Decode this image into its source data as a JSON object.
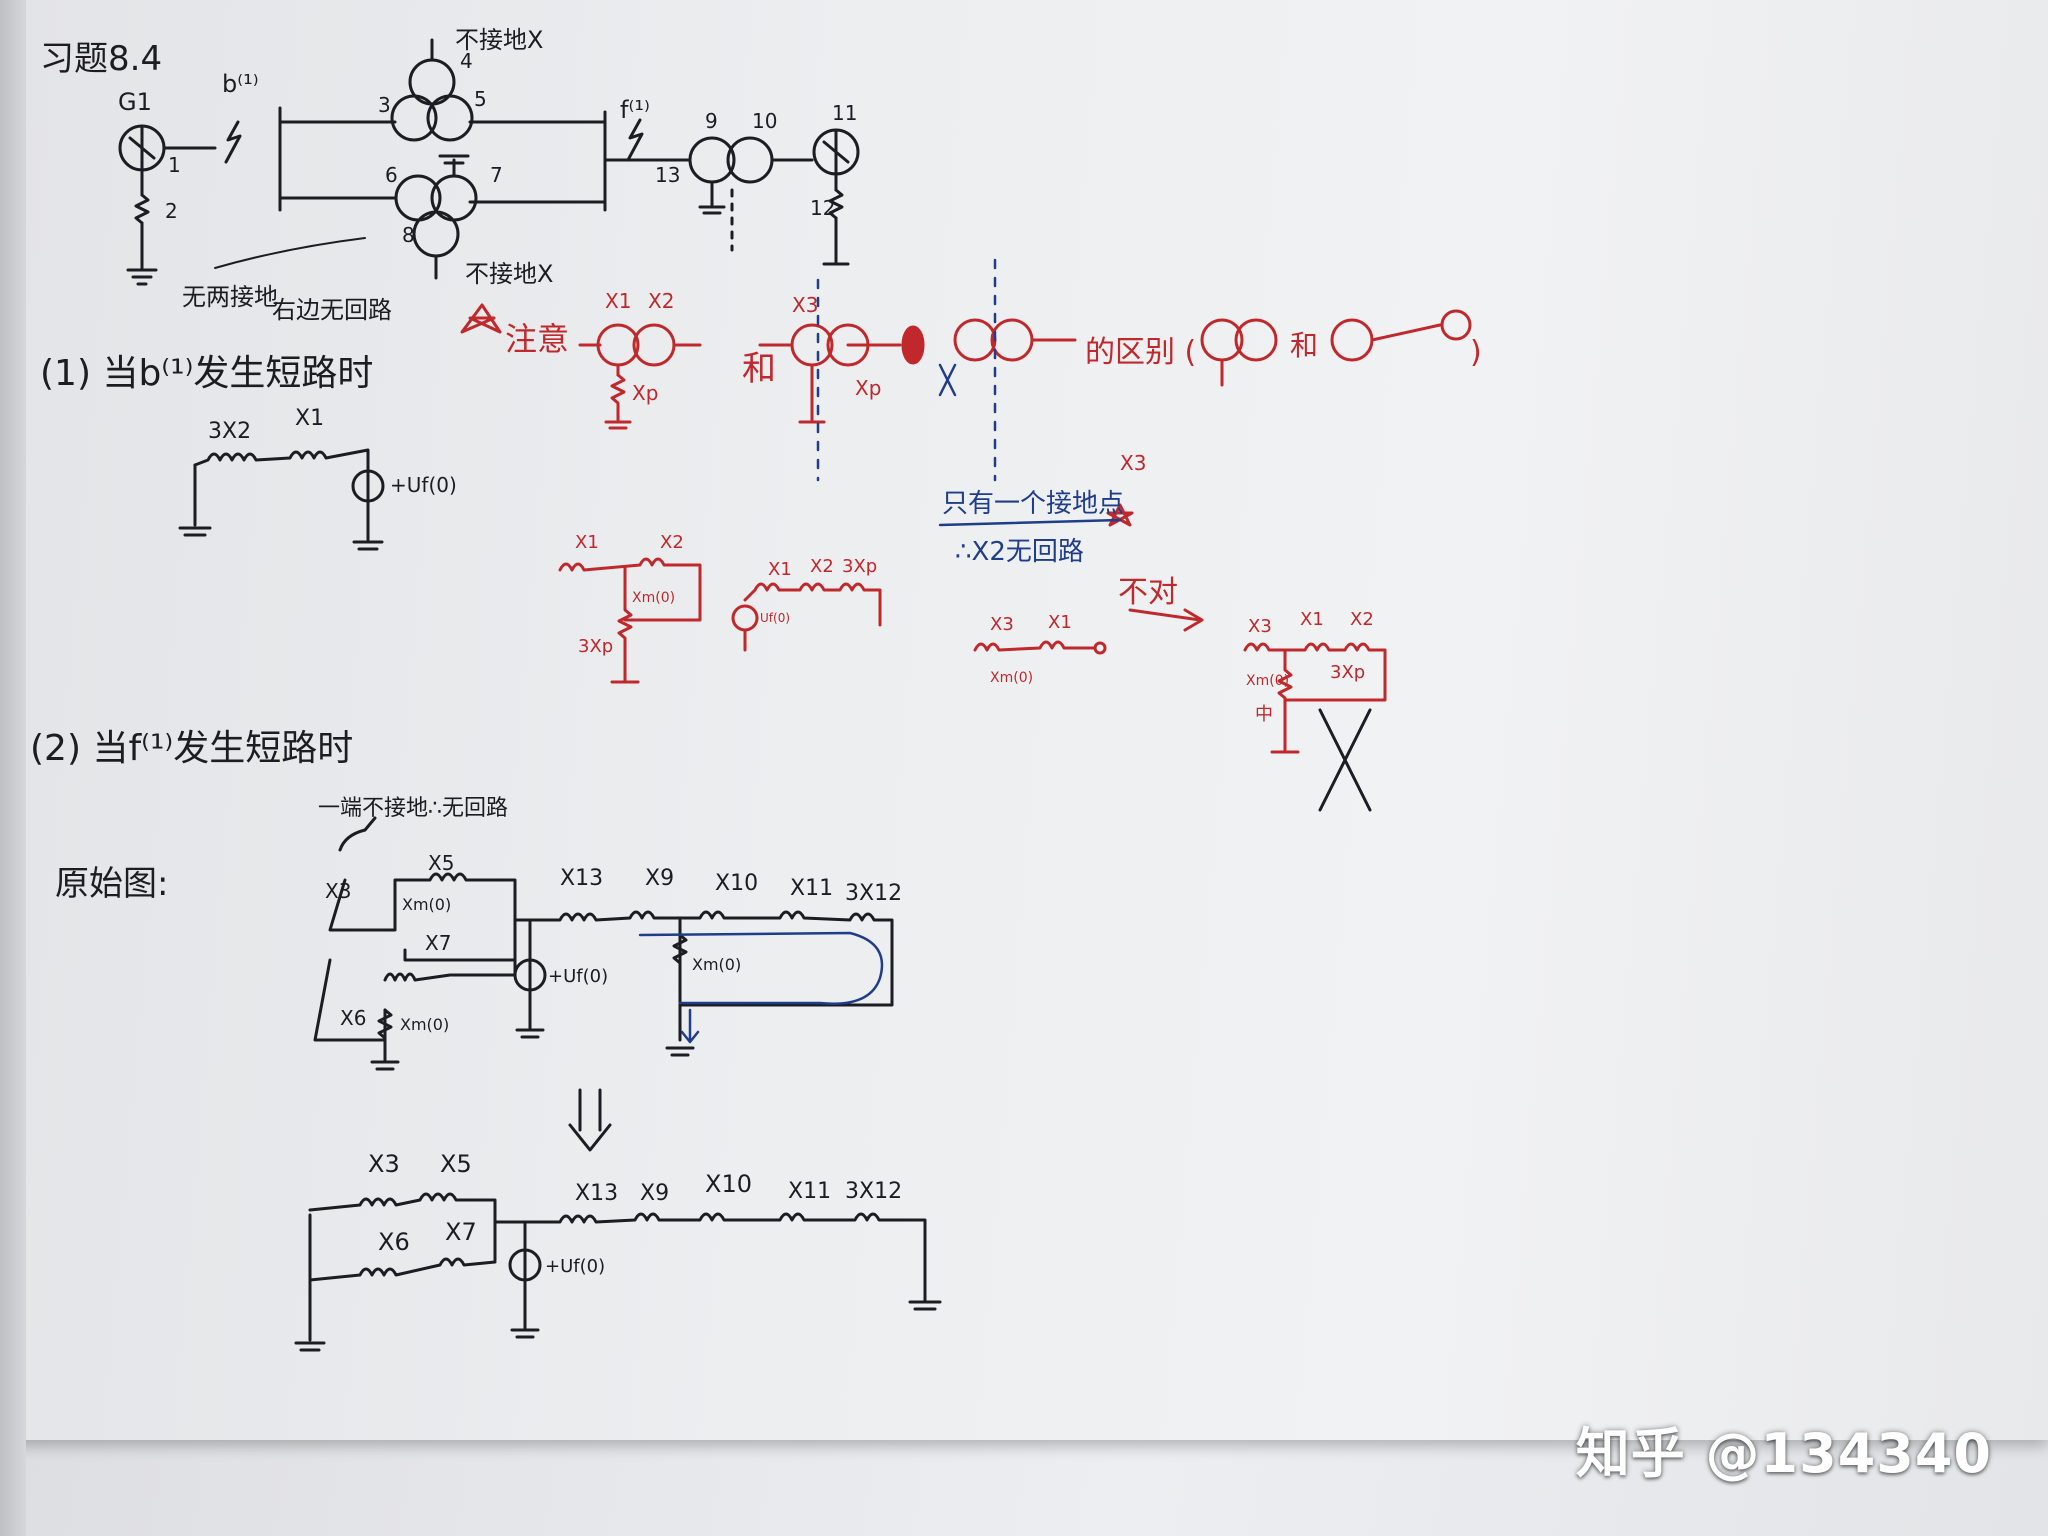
{
  "problem": {
    "title": "习题8.4",
    "gen_label": "G1",
    "fault1_label": "b⁽¹⁾",
    "fault2_label": "f⁽¹⁾",
    "node_numbers": [
      "1",
      "2",
      "3",
      "4",
      "5",
      "6",
      "7",
      "8",
      "9",
      "10",
      "11",
      "12",
      "13"
    ],
    "not_grounded_top": "不接地X",
    "not_grounded_bottom": "不接地X",
    "note_no_ground": "无两接地",
    "note_no_loop": "右边无回路"
  },
  "case1": {
    "heading": "(1) 当b⁽¹⁾发生短路时",
    "circuit_labels": [
      "3X2",
      "X1",
      "+Uf(0)"
    ]
  },
  "red_notes": {
    "attention": "注意",
    "he": "和",
    "difference": "的区别 (",
    "he2": "和",
    "close_paren": ")",
    "x1": "X1",
    "x2": "X2",
    "x3": "X3",
    "xp": "Xp",
    "xp2": "Xp",
    "only_one_ground": "只有一个接地点",
    "x2_no_loop": "∴X2无回路",
    "wrong": "不对",
    "c1_labels": [
      "X1",
      "X2",
      "Xm(0)",
      "3Xp"
    ],
    "c2_labels": [
      "X1",
      "X2",
      "3Xp",
      "Uf(0)"
    ],
    "c3_labels": [
      "X3",
      "X1",
      "Xm(0)"
    ],
    "c4_labels": [
      "X3",
      "X1",
      "X2",
      "Xm(0)",
      "3Xp",
      "中"
    ]
  },
  "case2": {
    "heading": "(2) 当f⁽¹⁾发生短路时",
    "note": "一端不接地∴无回路",
    "original_diagram": "原始图:",
    "orig_labels": [
      "X3",
      "X5",
      "Xm(0)",
      "X7",
      "X6",
      "Xm(0)",
      "X13",
      "X9",
      "X10",
      "X11",
      "3X12",
      "Xm(0)",
      "+Uf(0)"
    ],
    "simpl_labels": [
      "X3",
      "X5",
      "X6",
      "X7",
      "X13",
      "X9",
      "X10",
      "X11",
      "3X12",
      "+Uf(0)"
    ]
  },
  "watermark": "知乎 @134340",
  "colors": {
    "ink_black": "#1c1c22",
    "ink_red": "#c0282c",
    "ink_blue": "#1f3d8a"
  }
}
